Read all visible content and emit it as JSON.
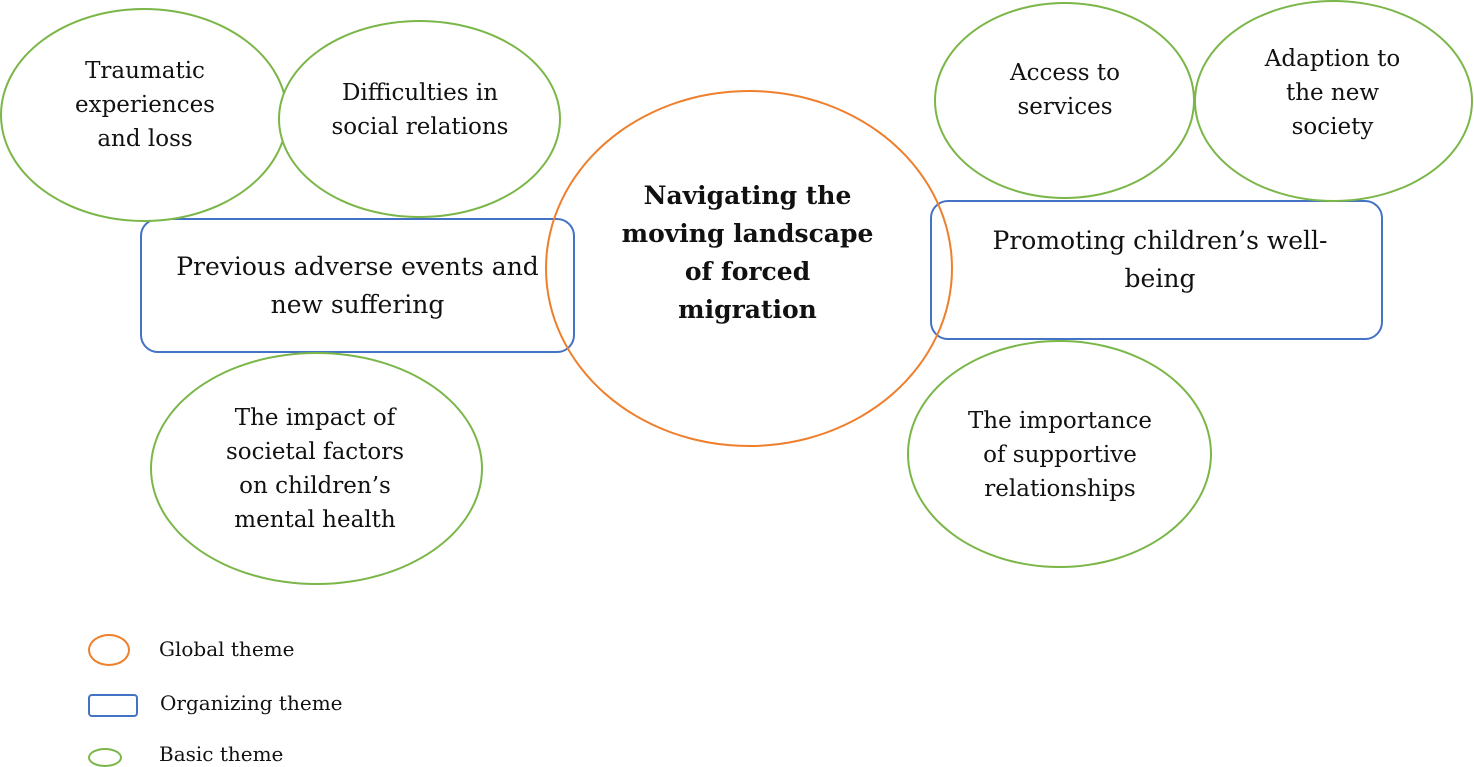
{
  "global_theme": {
    "text": "Navigating the moving landscape of forced migration"
  },
  "organizing_themes": [
    {
      "text": "Previous adverse events and new suffering"
    },
    {
      "text": "Promoting children’s well-being"
    }
  ],
  "basic_themes": [
    {
      "text": "Traumatic experiences and loss"
    },
    {
      "text": "Difficulties in social relations"
    },
    {
      "text": "The impact of societal factors on children’s mental health"
    },
    {
      "text": "Access to services"
    },
    {
      "text": "Adaption to the new society"
    },
    {
      "text": "The importance of supportive relationships"
    }
  ],
  "legend": {
    "global": "Global theme",
    "organizing": "Organizing theme",
    "basic": "Basic theme"
  },
  "colors": {
    "global": "#ee7f2d",
    "organizing": "#4472c4",
    "basic": "#7ab648"
  }
}
